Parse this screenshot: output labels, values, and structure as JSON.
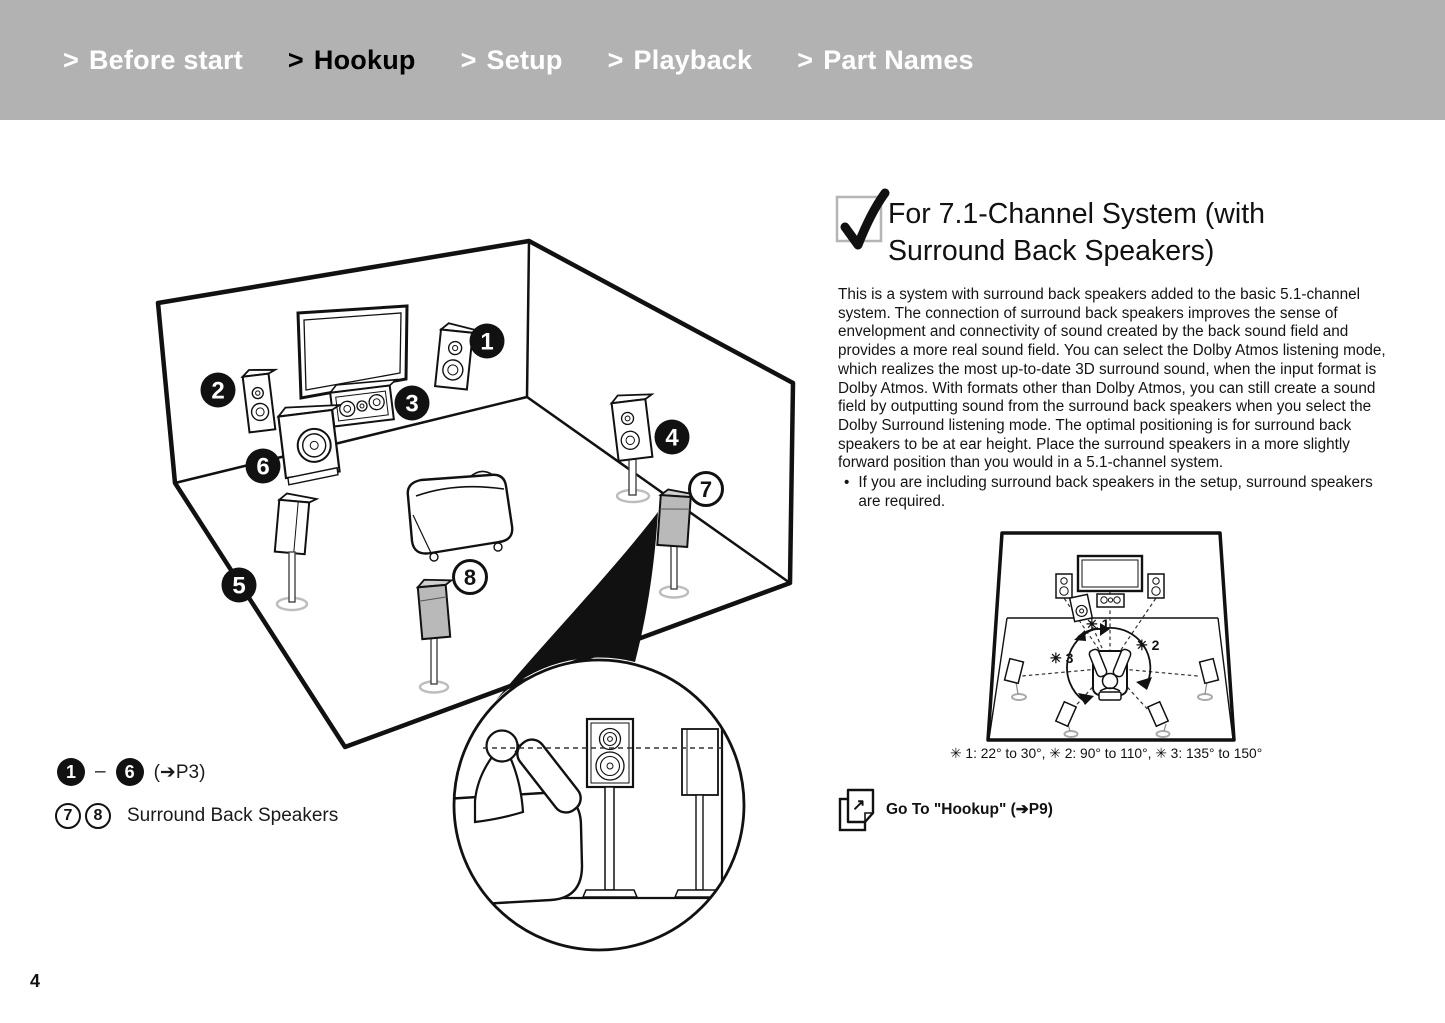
{
  "header": {
    "bg_color": "#b2b2b2",
    "arrow": ">",
    "items": [
      {
        "label": "Before start",
        "active": false
      },
      {
        "label": "Hookup",
        "active": true
      },
      {
        "label": "Setup",
        "active": false
      },
      {
        "label": "Playback",
        "active": false
      },
      {
        "label": "Part Names",
        "active": false
      }
    ]
  },
  "section": {
    "title_line1": "For 7.1-Channel System (with",
    "title_line2": "Surround Back Speakers)",
    "paragraph": "This is a system with surround back speakers added to the basic 5.1-channel system. The connection of surround back speakers improves the sense of envelopment and connectivity of sound created by the back sound field and provides a more real sound field. You can select the Dolby Atmos listening mode, which realizes the most up-to-date 3D surround sound, when the input format is Dolby Atmos. With formats other than Dolby Atmos, you can still create a sound field by outputting sound from the surround back speakers when you select the Dolby Surround listening mode. The optimal positioning is for surround back speakers to be at ear height. Place the surround speakers in a more slightly forward position than you would in a 5.1-channel system.",
    "bullet_char": "•",
    "bullet": "If you are including surround back speakers in the setup, surround speakers are required."
  },
  "diagram": {
    "labels": {
      "star1": "✳ 1",
      "star2": "✳ 2",
      "star3": "✳ 3"
    },
    "caption": "✳ 1: 22° to 30°, ✳ 2: 90° to 110°, ✳ 3: 135° to 150°"
  },
  "goto": {
    "label": "Go To \"Hookup\" (➔P9)"
  },
  "legend": {
    "row1": {
      "start_badge": "1",
      "dash": "–",
      "end_badge": "6",
      "ref": "(➔P3)"
    },
    "row2": {
      "badge_a": "7",
      "badge_b": "8",
      "label": "Surround Back Speakers"
    }
  },
  "badges": [
    "1",
    "2",
    "3",
    "4",
    "5",
    "6",
    "7",
    "8"
  ],
  "icons": {
    "goto_arrow": "↗"
  },
  "page": {
    "number": "4"
  },
  "colors": {
    "header_bg": "#b2b2b2",
    "ink": "#111111",
    "speaker_gray": "#b9b9b9"
  }
}
